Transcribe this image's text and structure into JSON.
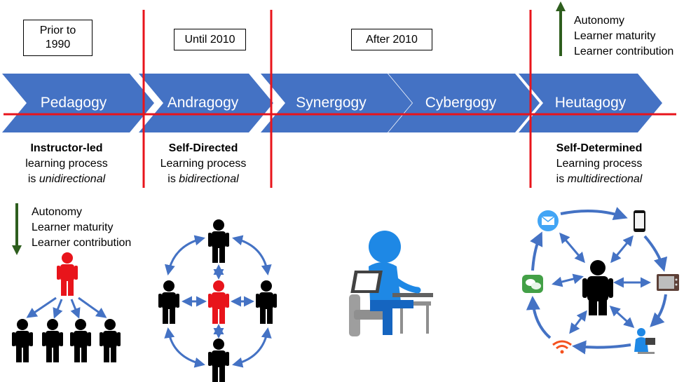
{
  "periods": {
    "prior": [
      "Prior to",
      "1990"
    ],
    "until": "Until 2010",
    "after": "After 2010"
  },
  "stages": [
    "Pedagogy",
    "Andragogy",
    "Synergogy",
    "Cybergogy",
    "Heutagogy"
  ],
  "descriptions": {
    "pedagogy": {
      "title": "Instructor-led",
      "line1": "learning process",
      "prefix": "is ",
      "direction": "unidirectional"
    },
    "andragogy": {
      "title": "Self-Directed",
      "line1": "Learning process",
      "prefix": "is ",
      "direction": "bidirectional"
    },
    "heutagogy": {
      "title": "Self-Determined",
      "line1": "Learning process",
      "prefix": "is ",
      "direction": "multidirectional"
    }
  },
  "indicators": [
    "Autonomy",
    "Learner maturity",
    "Learner contribution"
  ],
  "colors": {
    "chevron": "#4472c4",
    "divider": "#e8141b",
    "indicator_arrow": "#2e5e1e",
    "arrow": "#4472c4",
    "instructor": "#e8141b",
    "learner": "#000000",
    "avatar": "#1e88e5"
  },
  "icons": [
    "red-person-icon",
    "black-person-icon",
    "laptop-user-icon",
    "mail-icon",
    "smartphone-icon",
    "chat-icon",
    "tv-icon",
    "wifi-icon"
  ]
}
